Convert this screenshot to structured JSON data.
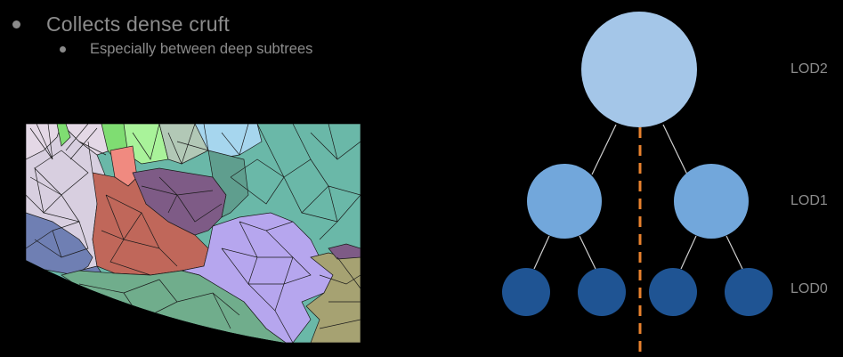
{
  "bullets": [
    {
      "level": 1,
      "text": "Collects dense cruft"
    },
    {
      "level": 2,
      "text": "Especially between deep subtrees"
    }
  ],
  "mesh_figure": {
    "description": "Triangulated mesh with colored cluster regions",
    "region_colors": [
      "#e4d8e6",
      "#d8cfe0",
      "#6f7fb3",
      "#c0675a",
      "#f08a80",
      "#7e5b86",
      "#a9f39a",
      "#7fdd72",
      "#a6d6ee",
      "#b2c8b6",
      "#6ab8a8",
      "#5f9e8e",
      "#70ad8c",
      "#b6a6ee",
      "#a6a272"
    ]
  },
  "tree": {
    "levels": [
      {
        "label": "LOD2",
        "node_count": 1,
        "color": "#a4c6e8"
      },
      {
        "label": "LOD1",
        "node_count": 2,
        "color": "#72a7db"
      },
      {
        "label": "LOD0",
        "node_count": 4,
        "color": "#1f5493"
      }
    ],
    "edge_color": "#d0d0d0",
    "split_line_color": "#e8822e"
  }
}
